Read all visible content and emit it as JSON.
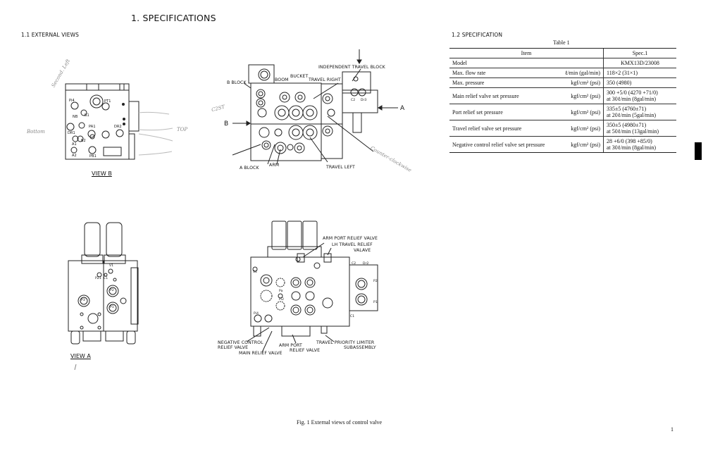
{
  "page": {
    "title": "1.   SPECIFICATIONS",
    "page_number": "1"
  },
  "section_external": {
    "heading": "1.1 EXTERNAL VIEWS",
    "view_b_label": "VIEW B",
    "view_a_label": "VIEW A",
    "figure_caption": "Fig. 1   External views of control valve",
    "top_right_labels": {
      "independent_travel_block": "INDEPENDENT TRAVEL BLOCK",
      "b_block": "B BLOCK",
      "boom": "BOOM",
      "bucket": "BUCKET",
      "travel_right": "TRAVEL RIGHT",
      "a_arrow": "A",
      "b_arrow": "B",
      "a_block": "A BLOCK",
      "arm": "ARM",
      "travel_left": "TRAVEL LEFT",
      "port_c2": "C2",
      "port_dr3": "Dr3"
    },
    "bottom_right_labels": {
      "arm_port_relief_valve_top": "ARM PORT RELIEF VALVE",
      "lh_travel_relief_1": "LH TRAVEL RELIEF",
      "lh_travel_relief_2": "VALAVE",
      "negative_control_1": "NEGATIVE CONTROL",
      "negative_control_2": "RELIEF VALVE",
      "arm_port_bottom_1": "ARM PORT",
      "arm_port_bottom_2": "RELIEF VALVE",
      "main_relief_valve": "MAIN RELIEF VALVE",
      "travel_priority_1": "TRAVEL PRIORITY LIMITER",
      "travel_priority_2": "SUBASSEMBLY",
      "port_c2": "C2",
      "port_dr2": "Dr2",
      "port_p2": "P2",
      "port_p1": "P1",
      "port_c1": "C1",
      "port_s4": "S4",
      "port_pa": "Pa",
      "port_pi2": "Pi2",
      "port_pi4": "Pi4"
    },
    "view_b_ports": [
      "Pi4",
      "PT1",
      "B1",
      "NB",
      "PA1",
      "DR1",
      "A2",
      "A1",
      "PB1",
      "DR2",
      "B2"
    ],
    "view_a_ports": [
      "V1",
      "PZ1",
      "C1",
      "P2",
      "P3",
      "P1"
    ],
    "handwritten_notes": [
      "Second. Left",
      "Bottom",
      "TOP",
      "C2ST",
      "Counter-clockwise"
    ]
  },
  "section_spec": {
    "heading": "1.2 SPECIFICATION",
    "table_caption": "Table 1",
    "columns": [
      "Item",
      "Spec.1"
    ],
    "rows": [
      {
        "item": "Model",
        "unit": "",
        "value": "KMX13D/23008",
        "value2": ""
      },
      {
        "item": "Max. flow rate",
        "unit": "ℓ/min (gal/min)",
        "value": "118×2 (31×1)",
        "value2": ""
      },
      {
        "item": "Max. pressure",
        "unit": "kgf/cm² (psi)",
        "value": "350 (4980)",
        "value2": ""
      },
      {
        "item": "Main relief valve set pressure",
        "unit": "kgf/cm² (psi)",
        "value": "300 +5/0 (4270 +71/0)",
        "value2": "at 30ℓ/min (8gal/min)"
      },
      {
        "item": "Port relief set pressure",
        "unit": "kgf/cm² (psi)",
        "value": "335±5 (4760±71)",
        "value2": "at 20ℓ/min (5gal/min)"
      },
      {
        "item": "Travel relief valve set pressure",
        "unit": "kgf/cm² (psi)",
        "value": "350±5 (4980±71)",
        "value2": "at 50ℓ/min (13gal/min)"
      },
      {
        "item": "Negative control relief valve set pressure",
        "unit": "kgf/cm² (psi)",
        "value": "28 +6/0 (398 +85/0)",
        "value2": "at 30ℓ/min (8gal/min)"
      }
    ]
  }
}
